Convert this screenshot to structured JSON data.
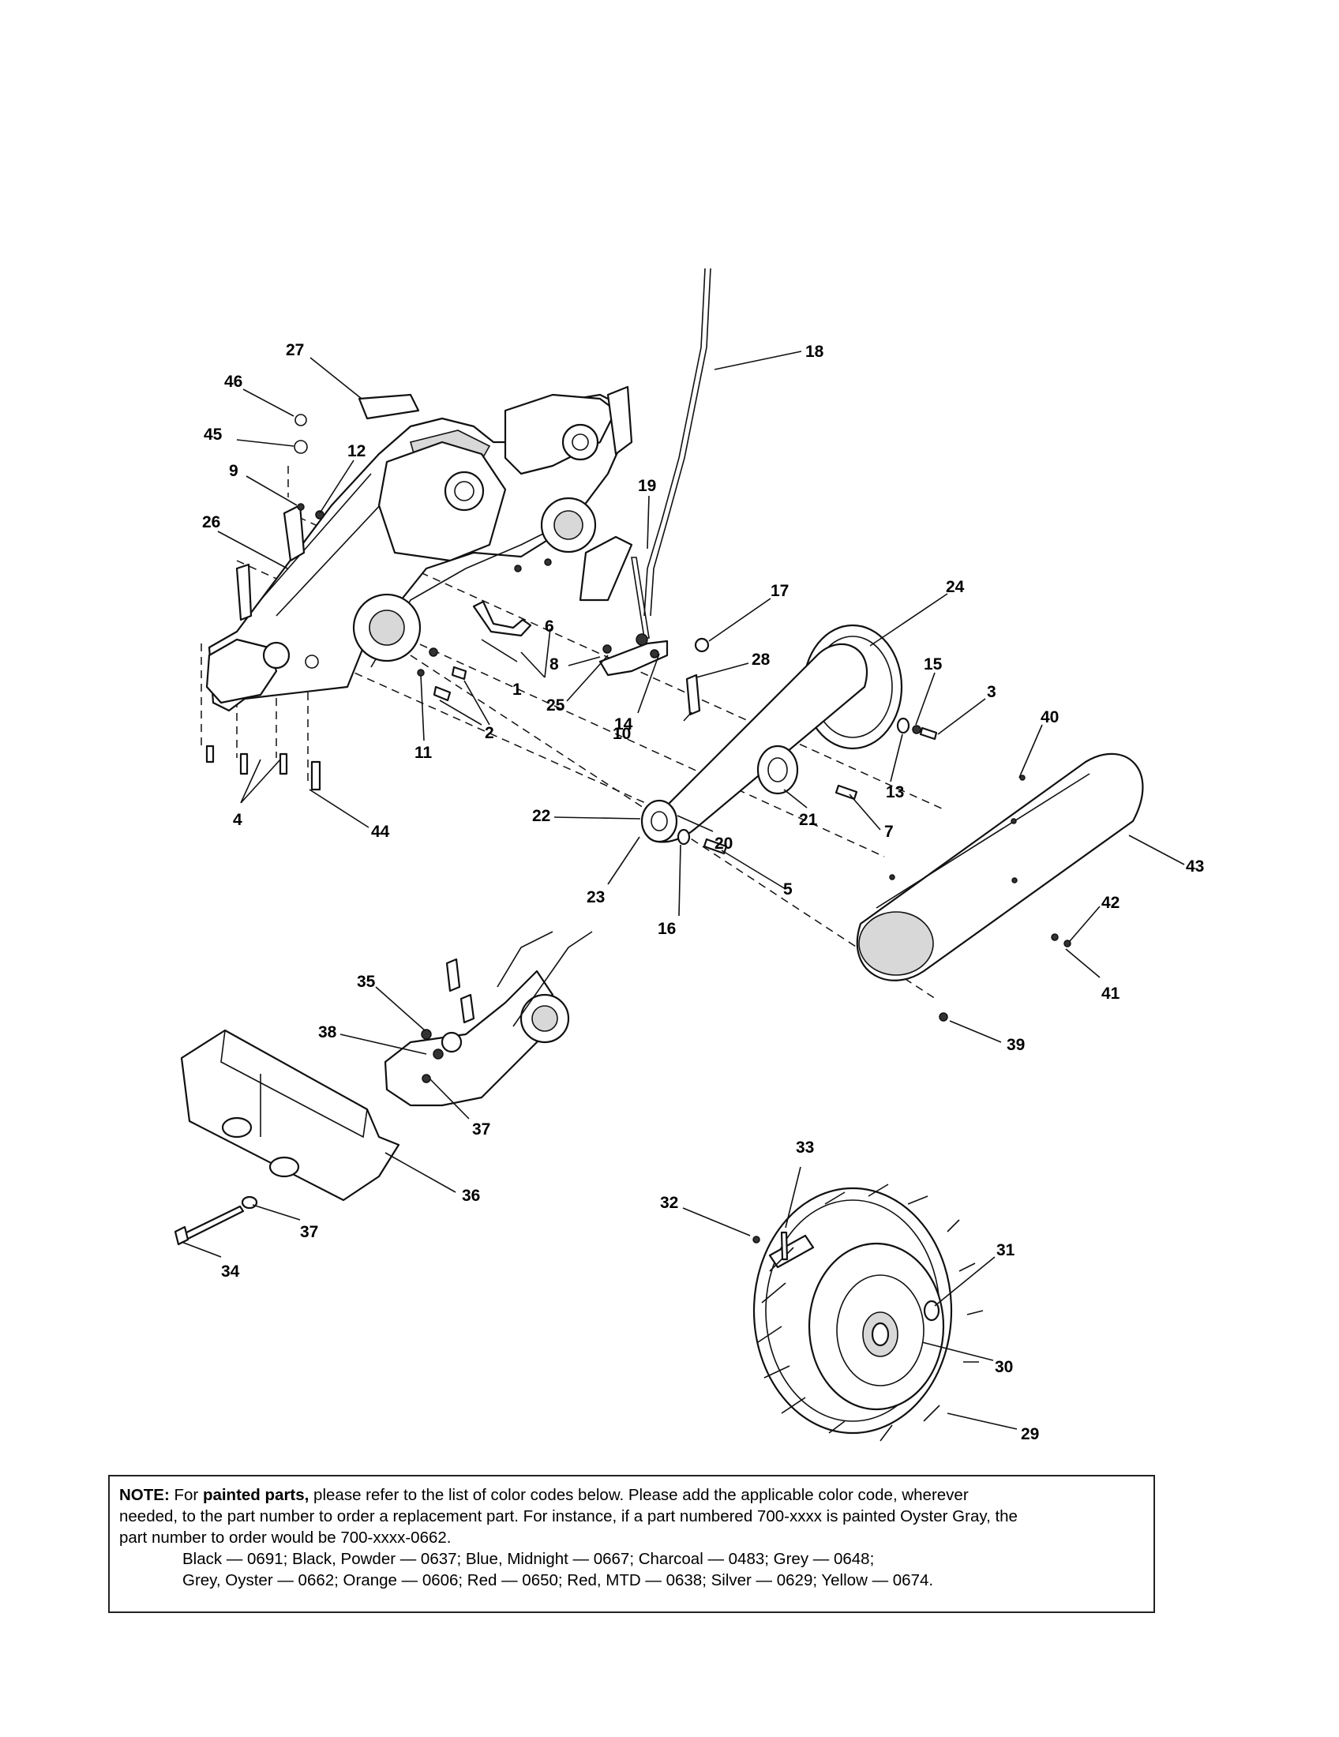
{
  "callouts": {
    "c1": "1",
    "c2": "2",
    "c3": "3",
    "c4": "4",
    "c5": "5",
    "c6": "6",
    "c7": "7",
    "c8": "8",
    "c9": "9",
    "c10": "10",
    "c11": "11",
    "c12": "12",
    "c13": "13",
    "c14": "14",
    "c15": "15",
    "c16": "16",
    "c17": "17",
    "c18": "18",
    "c19": "19",
    "c20": "20",
    "c21": "21",
    "c22": "22",
    "c23": "23",
    "c24": "24",
    "c25": "25",
    "c26": "26",
    "c27": "27",
    "c28": "28",
    "c29": "29",
    "c30": "30",
    "c31": "31",
    "c32": "32",
    "c33": "33",
    "c34": "34",
    "c35": "35",
    "c36": "36",
    "c37a": "37",
    "c37b": "37",
    "c38": "38",
    "c39": "39",
    "c40": "40",
    "c41": "41",
    "c42": "42",
    "c43": "43",
    "c44": "44",
    "c45": "45",
    "c46": "46"
  },
  "note": {
    "label": "NOTE:",
    "t1": " For ",
    "bold1": "painted parts,",
    "t2": " please refer to the list of color codes below.  Please add the applicable color code, wherever",
    "line2": "needed, to the part number to order a replacement part.  For instance, if a part numbered 700-xxxx is painted Oyster Gray, the",
    "line3": "part number to order would be 700-xxxx-0662.",
    "line4": "Black — 0691; Black, Powder — 0637; Blue, Midnight — 0667; Charcoal — 0483; Grey — 0648;",
    "line5": "Grey, Oyster — 0662; Orange — 0606; Red — 0650; Red, MTD — 0638; Silver — 0629; Yellow — 0674."
  }
}
